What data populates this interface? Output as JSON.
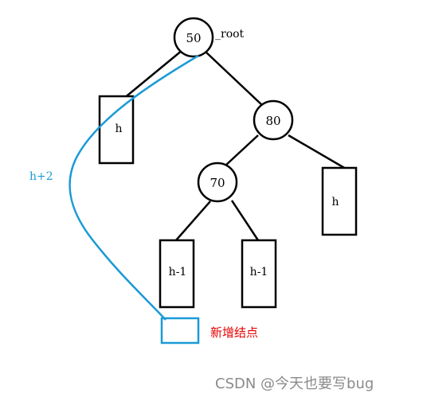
{
  "diagram": {
    "root_label": "_root",
    "nodes": {
      "n50": "50",
      "n80": "80",
      "n70": "70"
    },
    "subtrees": {
      "left_of_50": "h",
      "right_of_80": "h",
      "left_of_70": "h-1",
      "right_of_70": "h-1"
    },
    "height_annotation": "h+2",
    "new_node_label": "新增结点",
    "watermark": "CSDN @今天也要写bug",
    "colors": {
      "tree": "#000000",
      "highlight": "#1a9ad6",
      "new_node_text": "#e60000",
      "watermark": "#8a8a8a"
    }
  }
}
